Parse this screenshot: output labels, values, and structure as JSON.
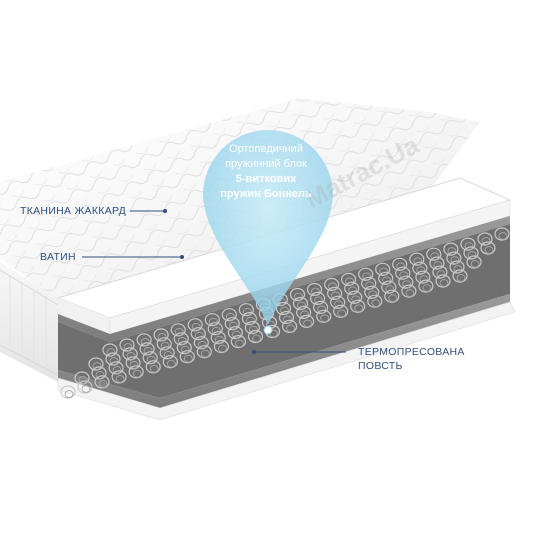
{
  "labels": {
    "jacquard": "ТКАНИНА ЖАККАРД",
    "batting": "ВАТИН",
    "felt_line1": "ТЕРМОПРЕСОВАНА",
    "felt_line2": "ПОВСТЬ"
  },
  "callout": {
    "line1": "Ортопедичний",
    "line2": "пружинний блок",
    "line3": "5-виткових",
    "line4": "пружин Боннель"
  },
  "watermark": "Matrac.Ua",
  "colors": {
    "label_text": "#2f4f7f",
    "leader_line": "#2f4f7f",
    "callout_fill": "#a9ddf1",
    "spring_block": "#6b6b6b",
    "felt": "#8f8f8f"
  }
}
